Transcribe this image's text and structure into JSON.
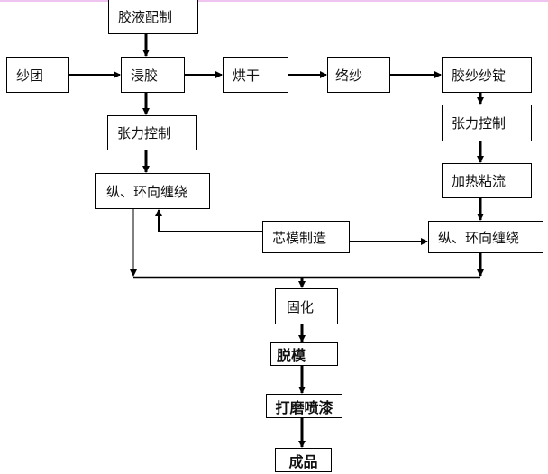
{
  "diagram": {
    "type": "process-flowchart",
    "nodes": {
      "glue_prep": "胶液配制",
      "yarn_ball": "纱团",
      "dipping": "浸胶",
      "drying": "烘干",
      "winding_yarn": "络纱",
      "glue_yarn_spindle": "胶纱纱锭",
      "tension_left": "张力控制",
      "tension_right": "张力控制",
      "filament_wind_left": "纵、环向缠绕",
      "heat_flow": "加热粘流",
      "mandrel_make": "芯模制造",
      "filament_wind_right": "纵、环向缠绕",
      "curing": "固化",
      "demolding": "脱模",
      "grind_paint": "打磨喷漆",
      "product": "成品"
    },
    "edges": [
      [
        "glue_prep",
        "dipping"
      ],
      [
        "yarn_ball",
        "dipping"
      ],
      [
        "dipping",
        "drying"
      ],
      [
        "drying",
        "winding_yarn"
      ],
      [
        "winding_yarn",
        "glue_yarn_spindle"
      ],
      [
        "dipping",
        "tension_left"
      ],
      [
        "tension_left",
        "filament_wind_left"
      ],
      [
        "glue_yarn_spindle",
        "tension_right"
      ],
      [
        "tension_right",
        "heat_flow"
      ],
      [
        "heat_flow",
        "filament_wind_right"
      ],
      [
        "mandrel_make",
        "filament_wind_left"
      ],
      [
        "mandrel_make",
        "filament_wind_right"
      ],
      [
        "filament_wind_left",
        "curing"
      ],
      [
        "filament_wind_right",
        "curing"
      ],
      [
        "curing",
        "demolding"
      ],
      [
        "demolding",
        "grind_paint"
      ],
      [
        "grind_paint",
        "product"
      ]
    ]
  }
}
